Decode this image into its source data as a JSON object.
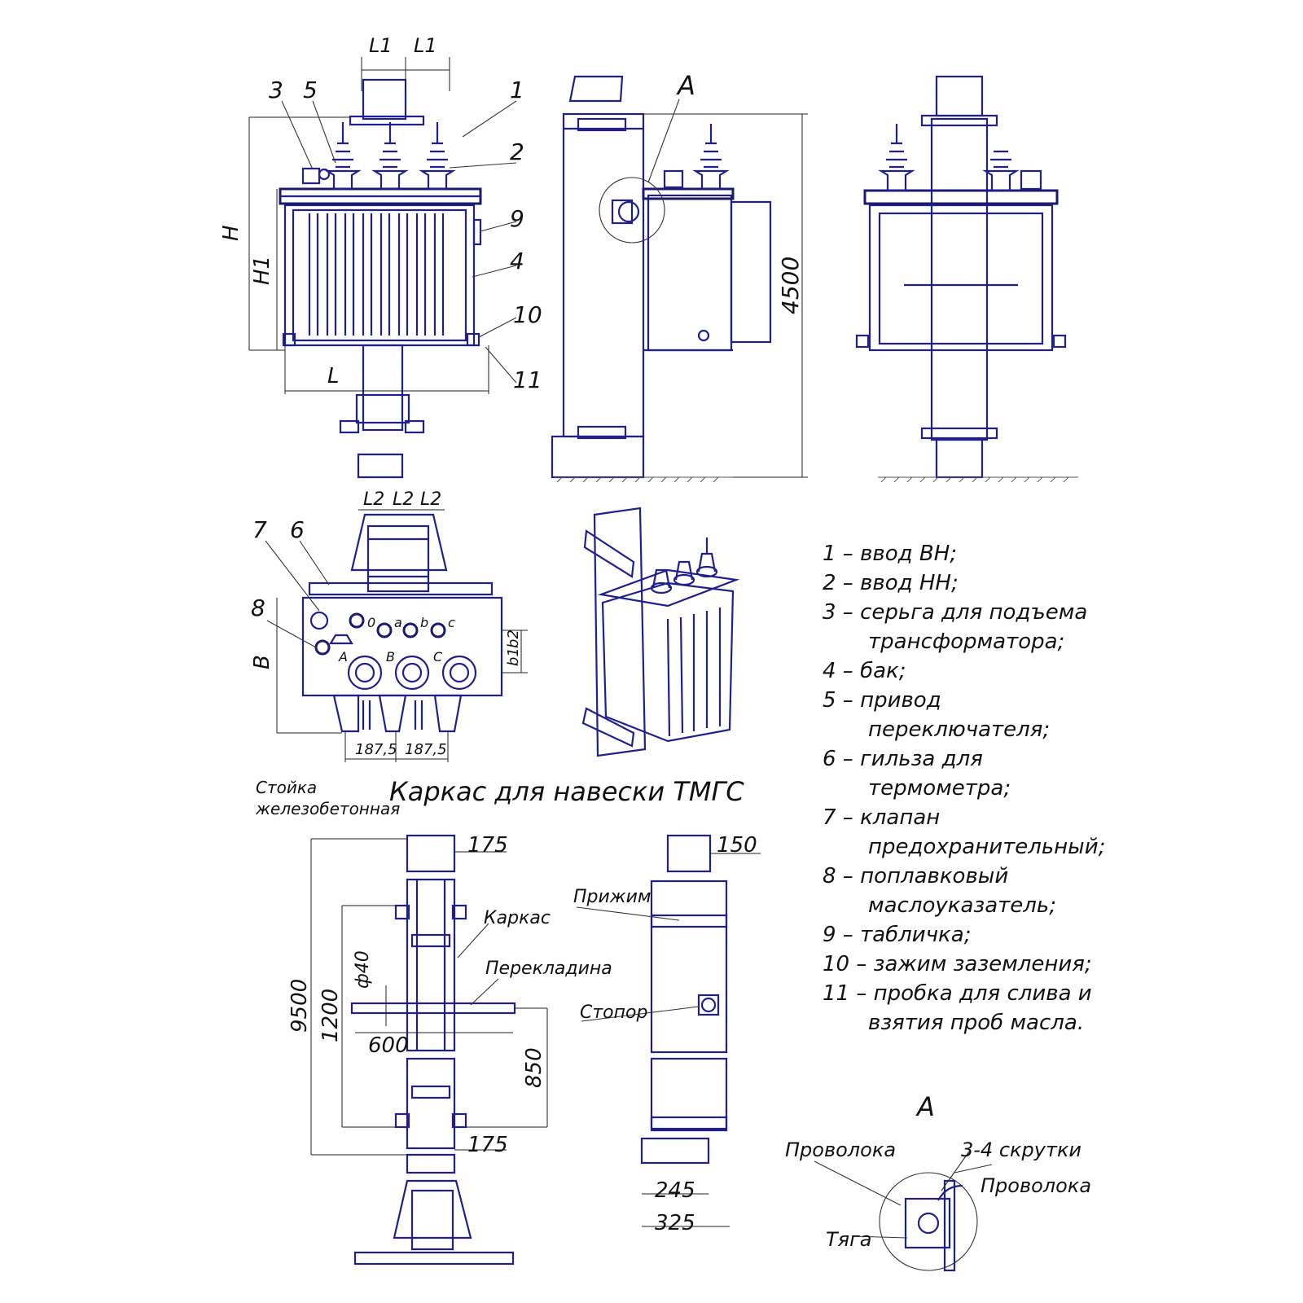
{
  "drawing": {
    "title": "Каркас для навески ТМГС",
    "view_mark": "А",
    "detail_mark": "А",
    "dims": {
      "H": "H",
      "H1": "H1",
      "L": "L",
      "L1a": "L1",
      "L1b": "L1",
      "L2a": "L2",
      "L2b": "L2",
      "L2c": "L2",
      "B": "B",
      "b1": "b1",
      "b2": "b2",
      "d4500": "4500",
      "d1875a": "187,5",
      "d1875b": "187,5",
      "d175top": "175",
      "d175bot": "175",
      "d150": "150",
      "d9500": "9500",
      "d1200": "1200",
      "d600": "600",
      "d850": "850",
      "d40": "ф40",
      "d245": "245",
      "d325": "325"
    },
    "callouts": {
      "c1": "1",
      "c2": "2",
      "c3": "3",
      "c4": "4",
      "c5": "5",
      "c6": "6",
      "c7": "7",
      "c8": "8",
      "c9": "9",
      "c10": "10",
      "c11": "11"
    },
    "phases": {
      "lv": [
        "0",
        "a",
        "b",
        "c"
      ],
      "hv": [
        "A",
        "B",
        "C"
      ]
    },
    "frame_labels": {
      "pole": "Стойка железобетонная",
      "frame": "Каркас",
      "crossbar": "Перекладина",
      "clamp": "Прижим",
      "stopper": "Стопор"
    },
    "detail_labels": {
      "wire1": "Проволока",
      "twists": "3-4 скрутки",
      "wire2": "Проволока",
      "rod": "Тяга"
    }
  },
  "legend": [
    {
      "n": "1",
      "text": "– ввод ВН;"
    },
    {
      "n": "2",
      "text": "– ввод НН;"
    },
    {
      "n": "3",
      "text": "– серьга для подъема"
    },
    {
      "n": "",
      "text": "трансформатора;"
    },
    {
      "n": "4",
      "text": "– бак;"
    },
    {
      "n": "5",
      "text": "– привод"
    },
    {
      "n": "",
      "text": "переключателя;"
    },
    {
      "n": "6",
      "text": "– гильза для"
    },
    {
      "n": "",
      "text": "термометра;"
    },
    {
      "n": "7",
      "text": "– клапан"
    },
    {
      "n": "",
      "text": "предохранительный;"
    },
    {
      "n": "8",
      "text": "– поплавковый"
    },
    {
      "n": "",
      "text": "маслоуказатель;"
    },
    {
      "n": "9",
      "text": "– табличка;"
    },
    {
      "n": "10",
      "text": "– зажим заземления;"
    },
    {
      "n": "11",
      "text": "– пробка для слива и"
    },
    {
      "n": "",
      "text": "взятия проб масла."
    }
  ],
  "colors": {
    "line": "#1f1f8f",
    "text": "#111111",
    "background": "#ffffff"
  }
}
